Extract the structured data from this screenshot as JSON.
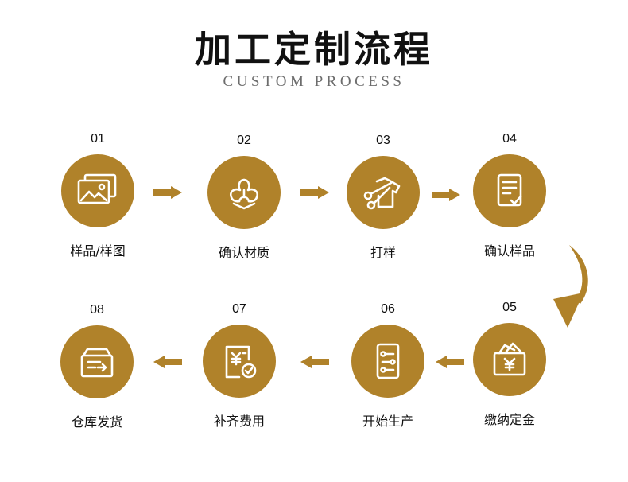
{
  "header": {
    "title": "加工定制流程",
    "subtitle": "CUSTOM PROCESS"
  },
  "colors": {
    "accent": "#b0822a",
    "text": "#111111",
    "subtitle": "#6d6d6d"
  },
  "steps": [
    {
      "num": "01",
      "label": "样品/样图",
      "icon": "pictures-icon"
    },
    {
      "num": "02",
      "label": "确认材质",
      "icon": "cotton-flower-icon"
    },
    {
      "num": "03",
      "label": "打样",
      "icon": "shirt-scissors-icon"
    },
    {
      "num": "04",
      "label": "确认样品",
      "icon": "checklist-document-icon"
    },
    {
      "num": "05",
      "label": "缴纳定金",
      "icon": "yuan-wallet-icon"
    },
    {
      "num": "06",
      "label": "开始生产",
      "icon": "production-panel-icon"
    },
    {
      "num": "07",
      "label": "补齐费用",
      "icon": "yuan-invoice-check-icon"
    },
    {
      "num": "08",
      "label": "仓库发货",
      "icon": "warehouse-box-icon"
    }
  ]
}
